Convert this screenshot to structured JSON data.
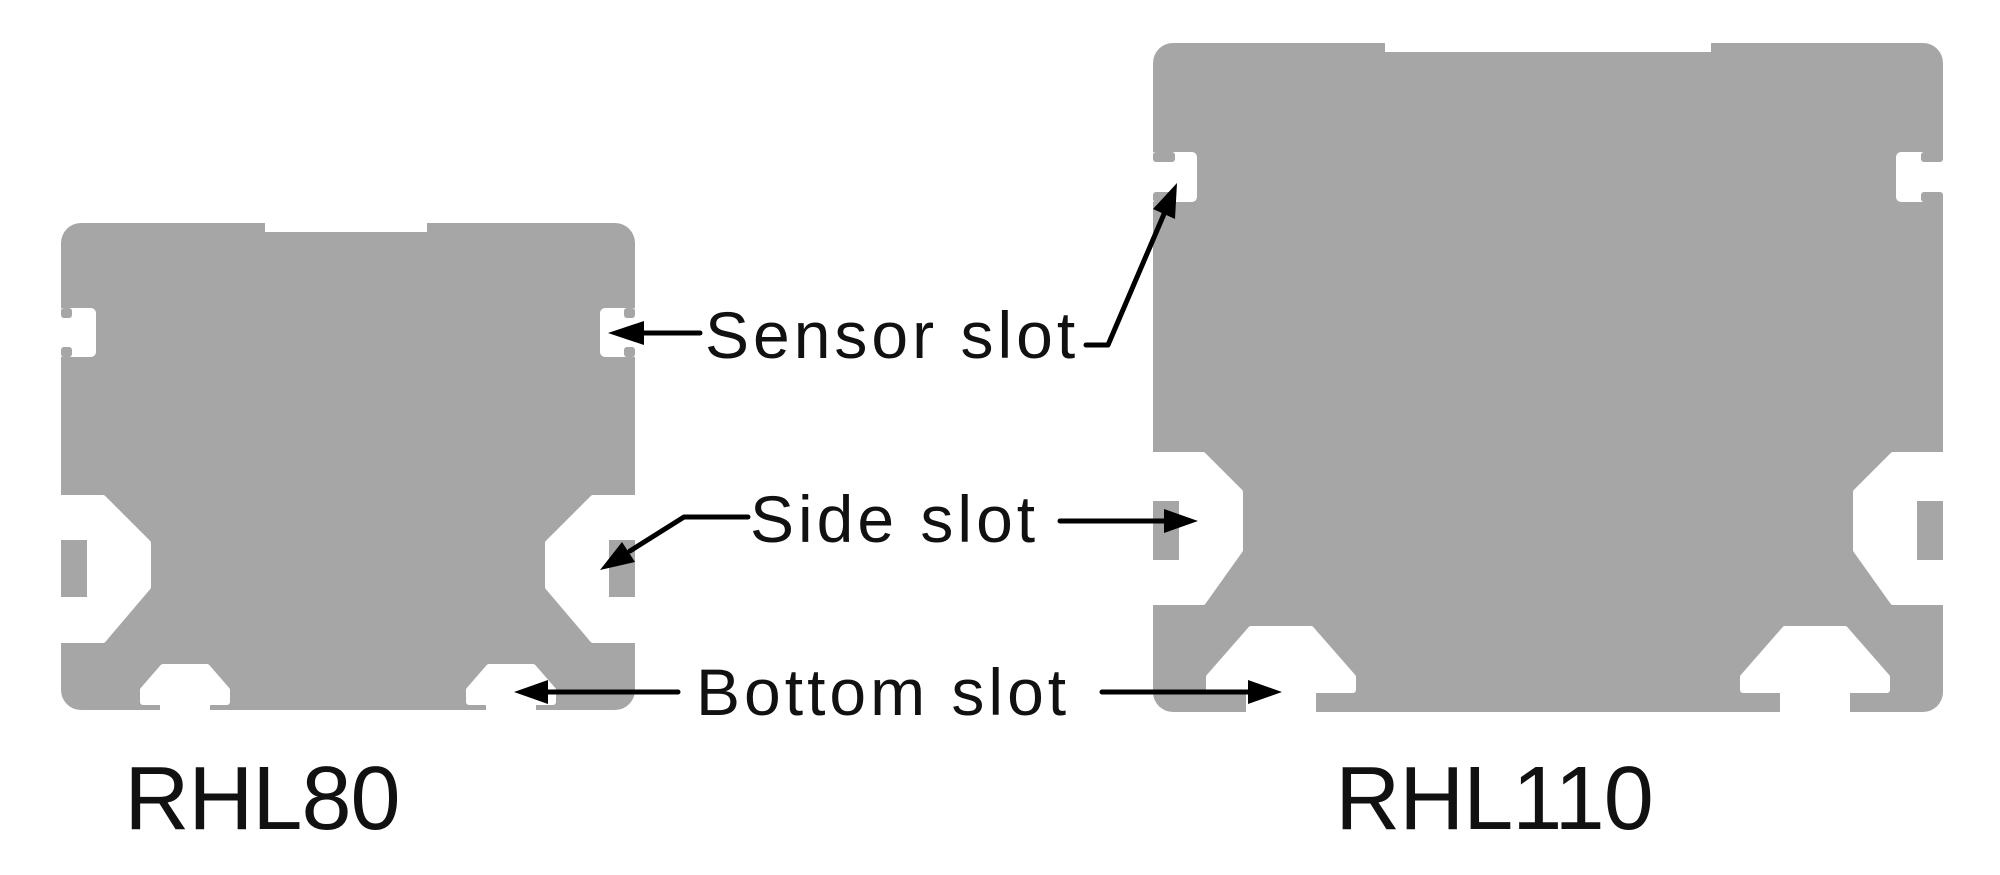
{
  "figure": {
    "type": "technical-cross-section-diagram",
    "background_color": "#ffffff",
    "profile_color": "#a6a6a6",
    "line_color": "#000000",
    "text_color": "#111111",
    "callouts": {
      "sensor": {
        "label": "Sensor slot"
      },
      "side": {
        "label": "Side slot"
      },
      "bottom": {
        "label": "Bottom slot"
      }
    },
    "profiles": {
      "left": {
        "name": "RHL80"
      },
      "right": {
        "name": "RHL110"
      }
    }
  }
}
